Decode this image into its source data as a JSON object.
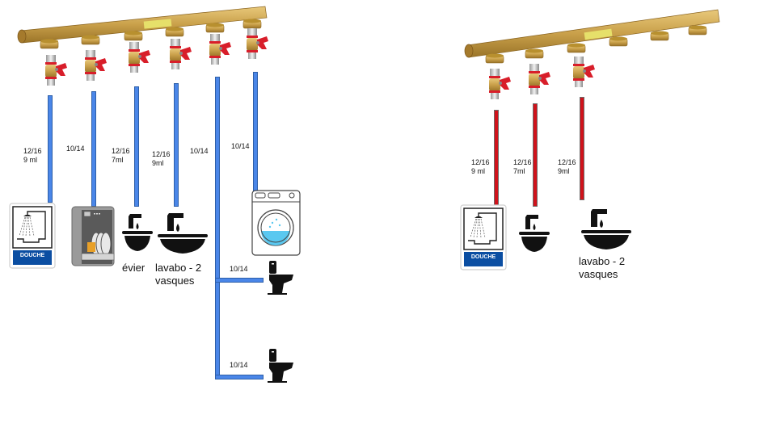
{
  "colors": {
    "cold_pipe": "#4a86e8",
    "hot_pipe": "#d0121b",
    "manifold_brass": "#c9a04a",
    "valve_handle": "#d81e2a",
    "douche_blue": "#0b4ea2",
    "water_blue": "#5ac8f0"
  },
  "cold_manifold": {
    "outlets": 6,
    "circuits": [
      {
        "pipe": "12/16",
        "length": "9 ml",
        "fixture": "douche",
        "fixture_label": "DOUCHE"
      },
      {
        "pipe": "10/14",
        "length": "",
        "fixture": "lave-vaisselle"
      },
      {
        "pipe": "12/16",
        "length": "7ml",
        "fixture": "evier",
        "caption": "évier"
      },
      {
        "pipe": "12/16",
        "length": "9ml",
        "fixture": "lavabo",
        "caption": "lavabo - 2\nvasques"
      },
      {
        "pipe": "10/14",
        "length": "",
        "fixture": "wc-trunk"
      },
      {
        "pipe": "10/14",
        "length": "",
        "fixture": "lave-linge"
      }
    ],
    "wc_branches": [
      {
        "pipe": "10/14",
        "fixture": "wc"
      },
      {
        "pipe": "10/14",
        "fixture": "wc"
      }
    ]
  },
  "hot_manifold": {
    "outlets": 6,
    "circuits": [
      {
        "pipe": "12/16",
        "length": "9 ml",
        "fixture": "douche",
        "fixture_label": "DOUCHE"
      },
      {
        "pipe": "12/16",
        "length": "7ml",
        "fixture": "evier"
      },
      {
        "pipe": "12/16",
        "length": "9ml",
        "fixture": "lavabo",
        "caption": "lavabo - 2\nvasques"
      }
    ]
  }
}
